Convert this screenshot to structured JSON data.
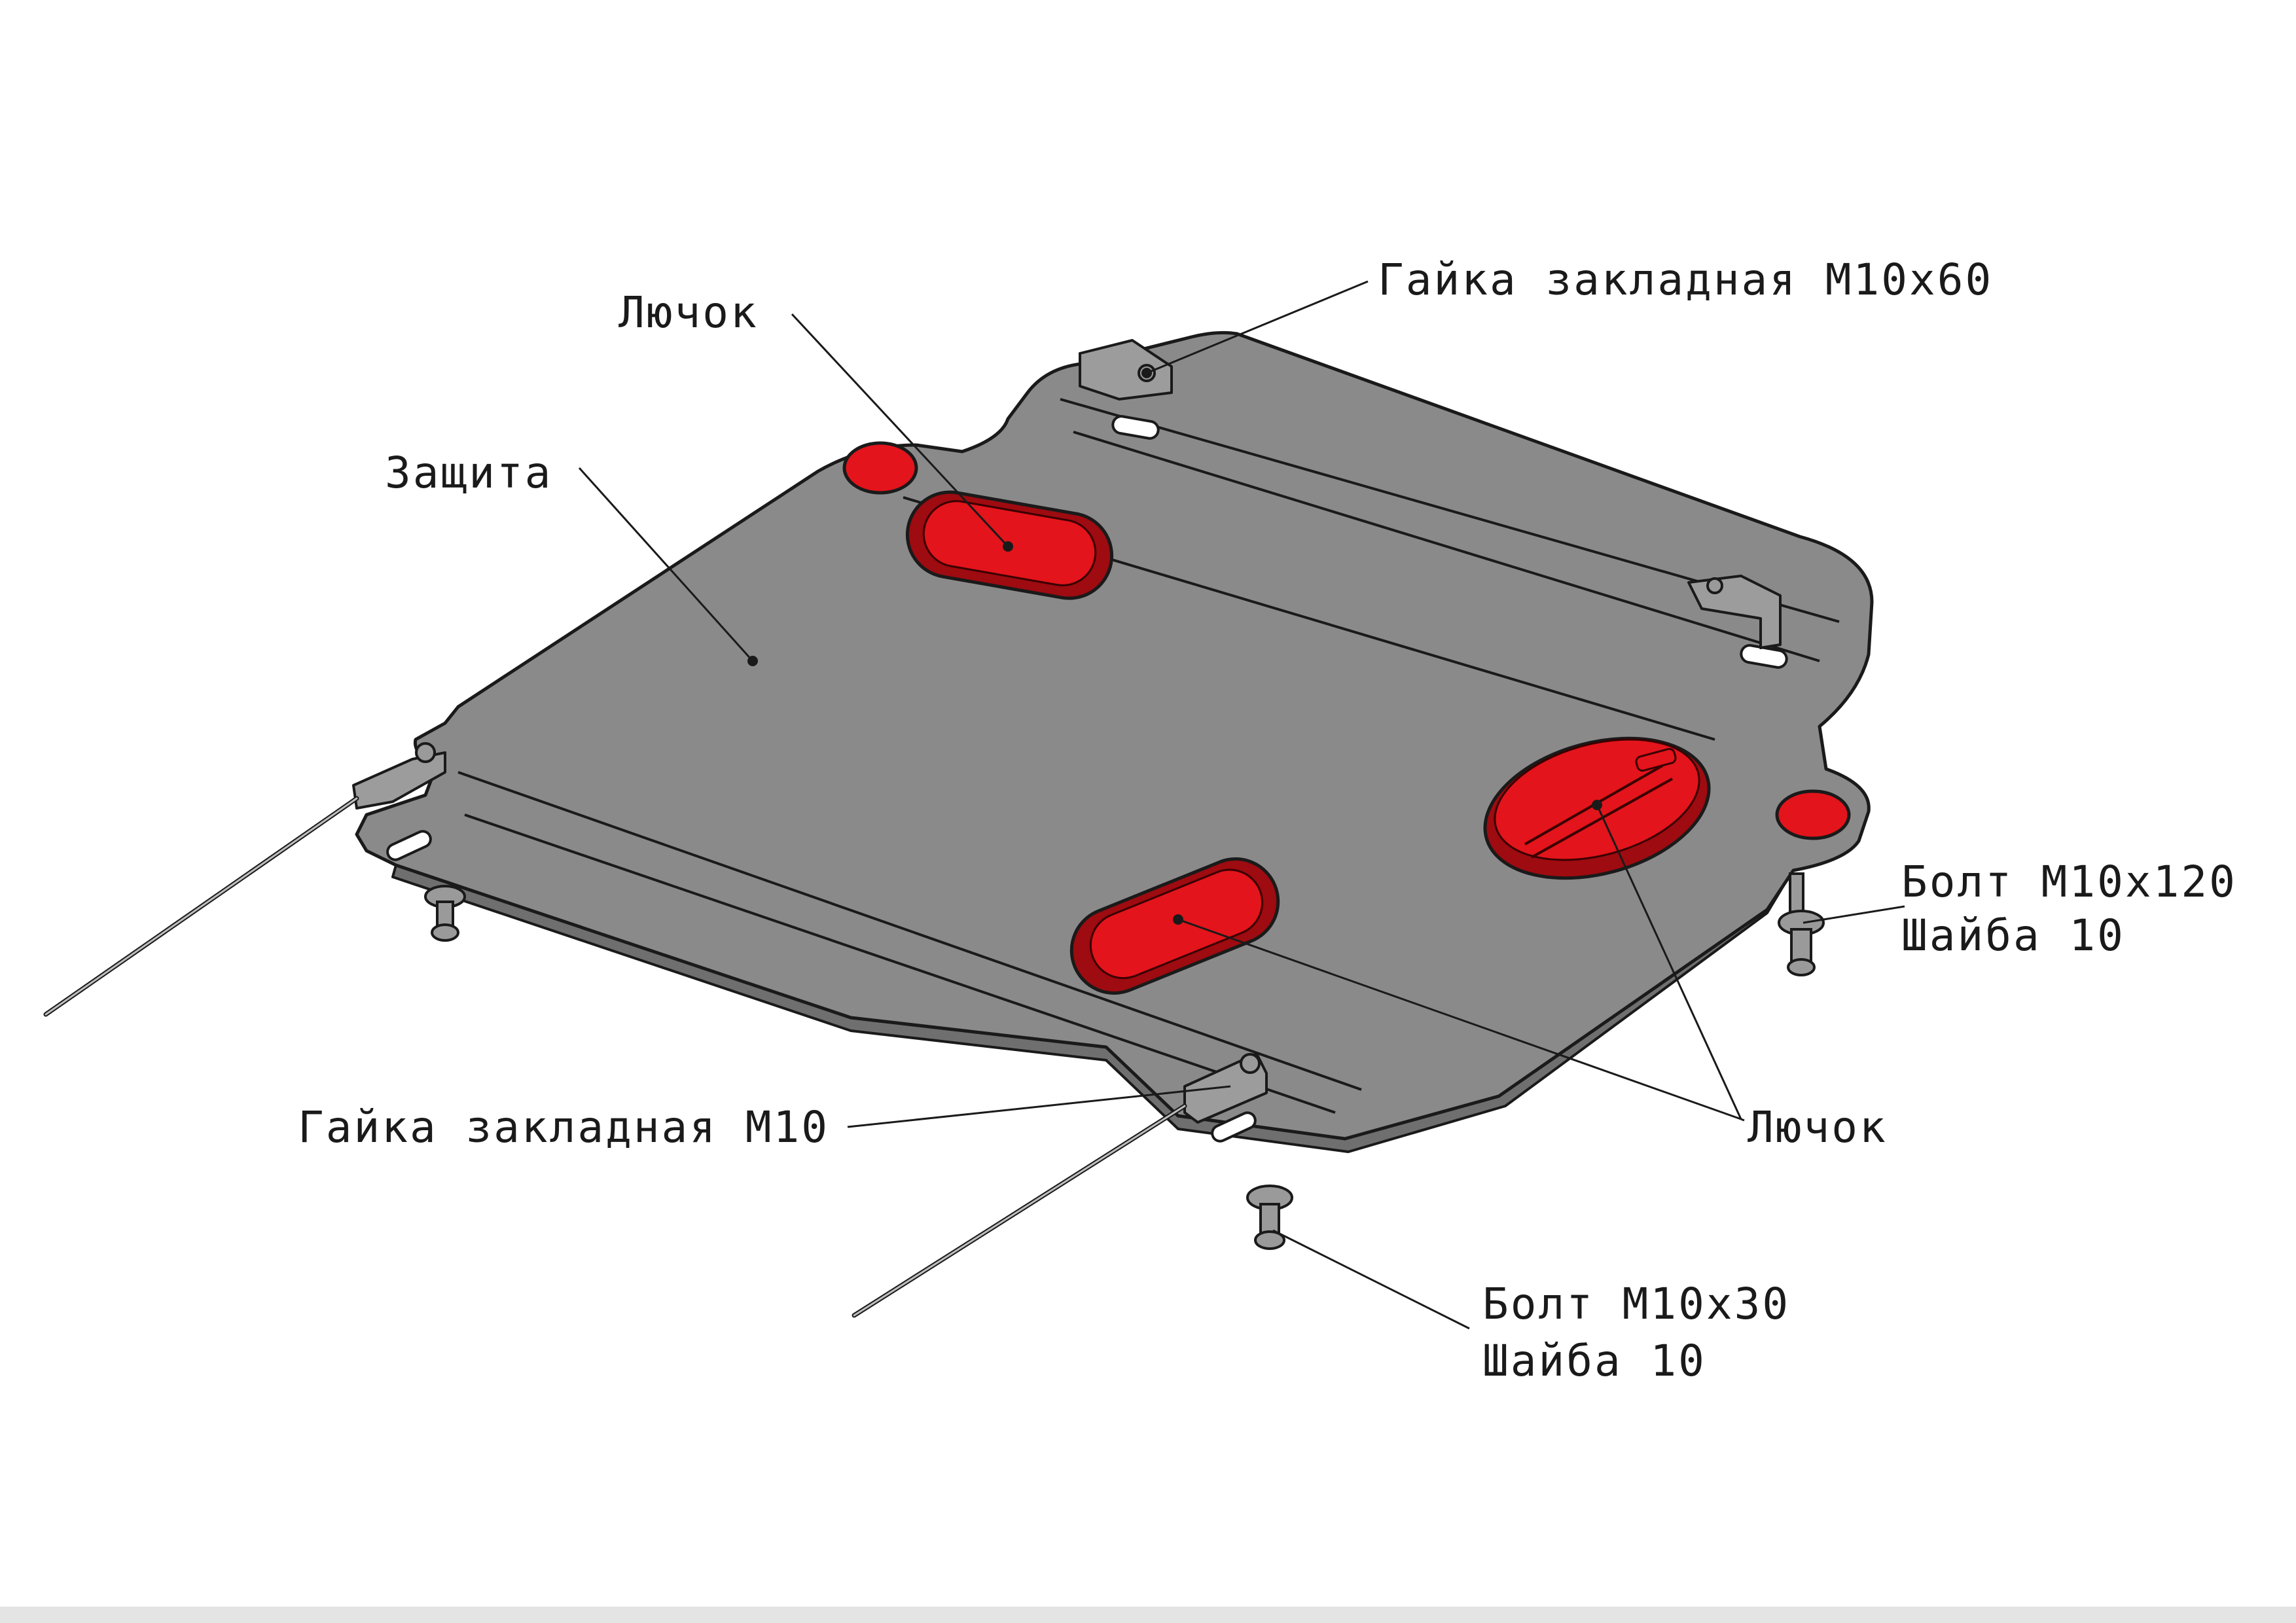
{
  "labels": {
    "nut_m10x60": "Гайка закладная М10х60",
    "hatch_top": "Лючок",
    "guard": "Защита",
    "bolt_m10x120": "Болт М10х120",
    "washer_right": "Шайба 10",
    "nut_m10": "Гайка закладная М10",
    "hatch_bottom": "Лючок",
    "bolt_m10x30": "Болт М10х30",
    "washer_bottom": "Шайба 10"
  },
  "colors": {
    "plate": "#8a8a8a",
    "hatch": "#e3141b",
    "hatch_dark": "#9e0b10",
    "outline": "#1a1a1a"
  }
}
